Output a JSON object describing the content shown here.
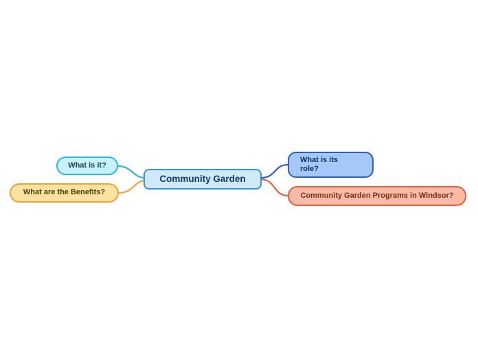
{
  "diagram": {
    "type": "mindmap",
    "background": "#ffffff",
    "nodes": [
      {
        "id": "community-garden",
        "label": "Community Garden",
        "fill": "#cfe9fb",
        "border": "#3f8fd8",
        "text": "#123a63"
      },
      {
        "id": "what-is-it",
        "label": "What is it?",
        "fill": "#c9f1fa",
        "border": "#29b6d8",
        "text": "#0e4a5a"
      },
      {
        "id": "benefits",
        "label": "What are the Benefits?",
        "fill": "#fde2a0",
        "border": "#f0a33a",
        "text": "#4a3a08"
      },
      {
        "id": "role",
        "label": "What is its role?",
        "fill": "#a5c8f8",
        "border": "#2b5fc4",
        "text": "#102f66"
      },
      {
        "id": "windsor",
        "label": "Community Garden Programs in Windsor?",
        "fill": "#f7bba6",
        "border": "#e2603f",
        "text": "#7a2c12"
      }
    ],
    "connectors": [
      {
        "from": "community-garden",
        "to": "what-is-it",
        "color": "#29b6d8"
      },
      {
        "from": "community-garden",
        "to": "benefits",
        "color": "#f0a33a"
      },
      {
        "from": "community-garden",
        "to": "role",
        "color": "#2b5fc4"
      },
      {
        "from": "community-garden",
        "to": "windsor",
        "color": "#e2603f"
      }
    ]
  }
}
